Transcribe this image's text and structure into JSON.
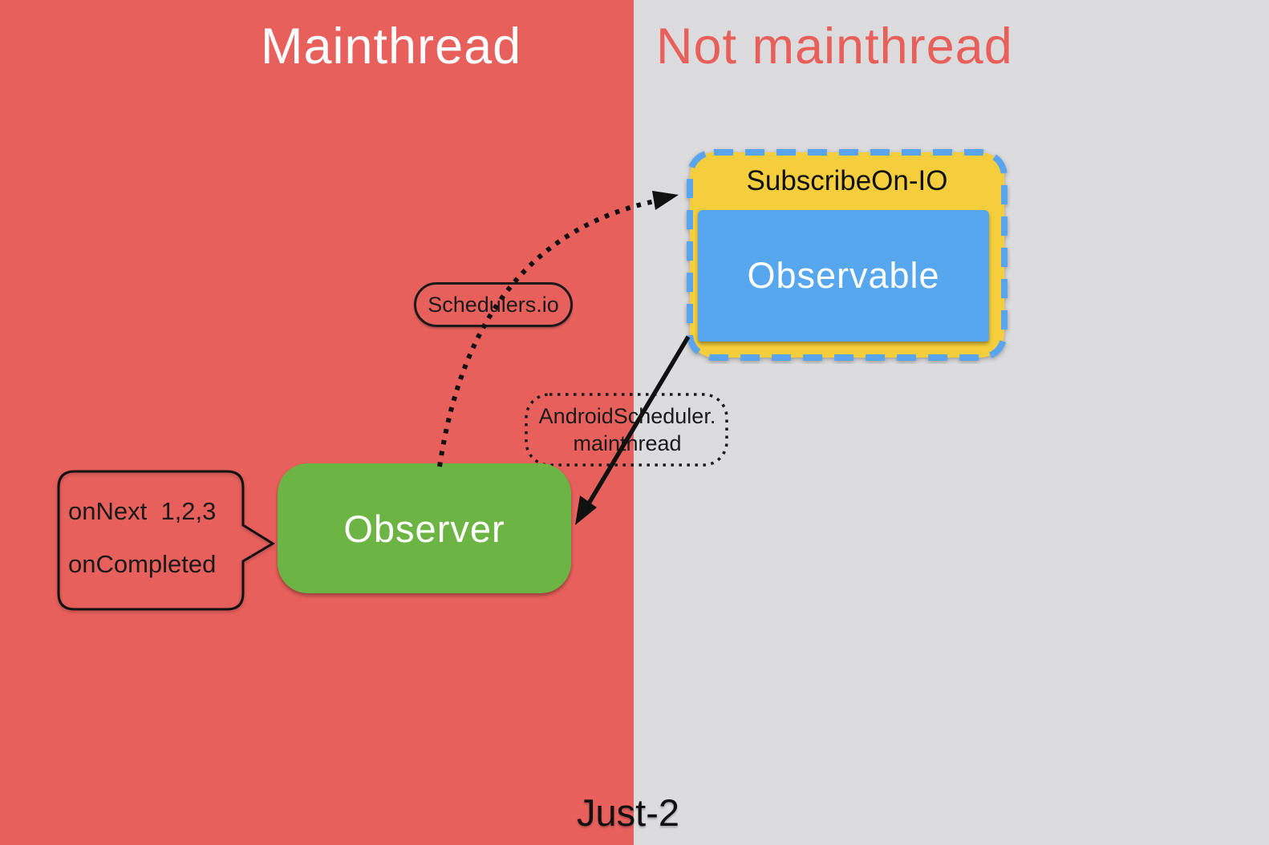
{
  "header": {
    "left_title": "Mainthread",
    "right_title": "Not mainthread"
  },
  "subscribe_group": {
    "title": "SubscribeOn-IO",
    "box_label": "Observable"
  },
  "observer": {
    "label": "Observer"
  },
  "scheduler_labels": {
    "io": "Schedulers.io",
    "main_line1": "AndroidScheduler.",
    "main_line2": "mainthread"
  },
  "callout": {
    "line1": "onNext  1,2,3",
    "line2": "onCompleted"
  },
  "footer": {
    "caption": "Just-2"
  },
  "colors": {
    "mainthread_bg": "#e8605c",
    "not_mainthread_bg": "#dcdbdd",
    "not_mainthread_title": "#e95f5a",
    "mainthread_title": "#ffffff",
    "subscribe_box_bg": "#f4ce3c",
    "subscribe_dash_border": "#58a4ee",
    "observable_bg": "#57a7ef",
    "observer_bg": "#6cb545",
    "arrow": "#111111"
  }
}
